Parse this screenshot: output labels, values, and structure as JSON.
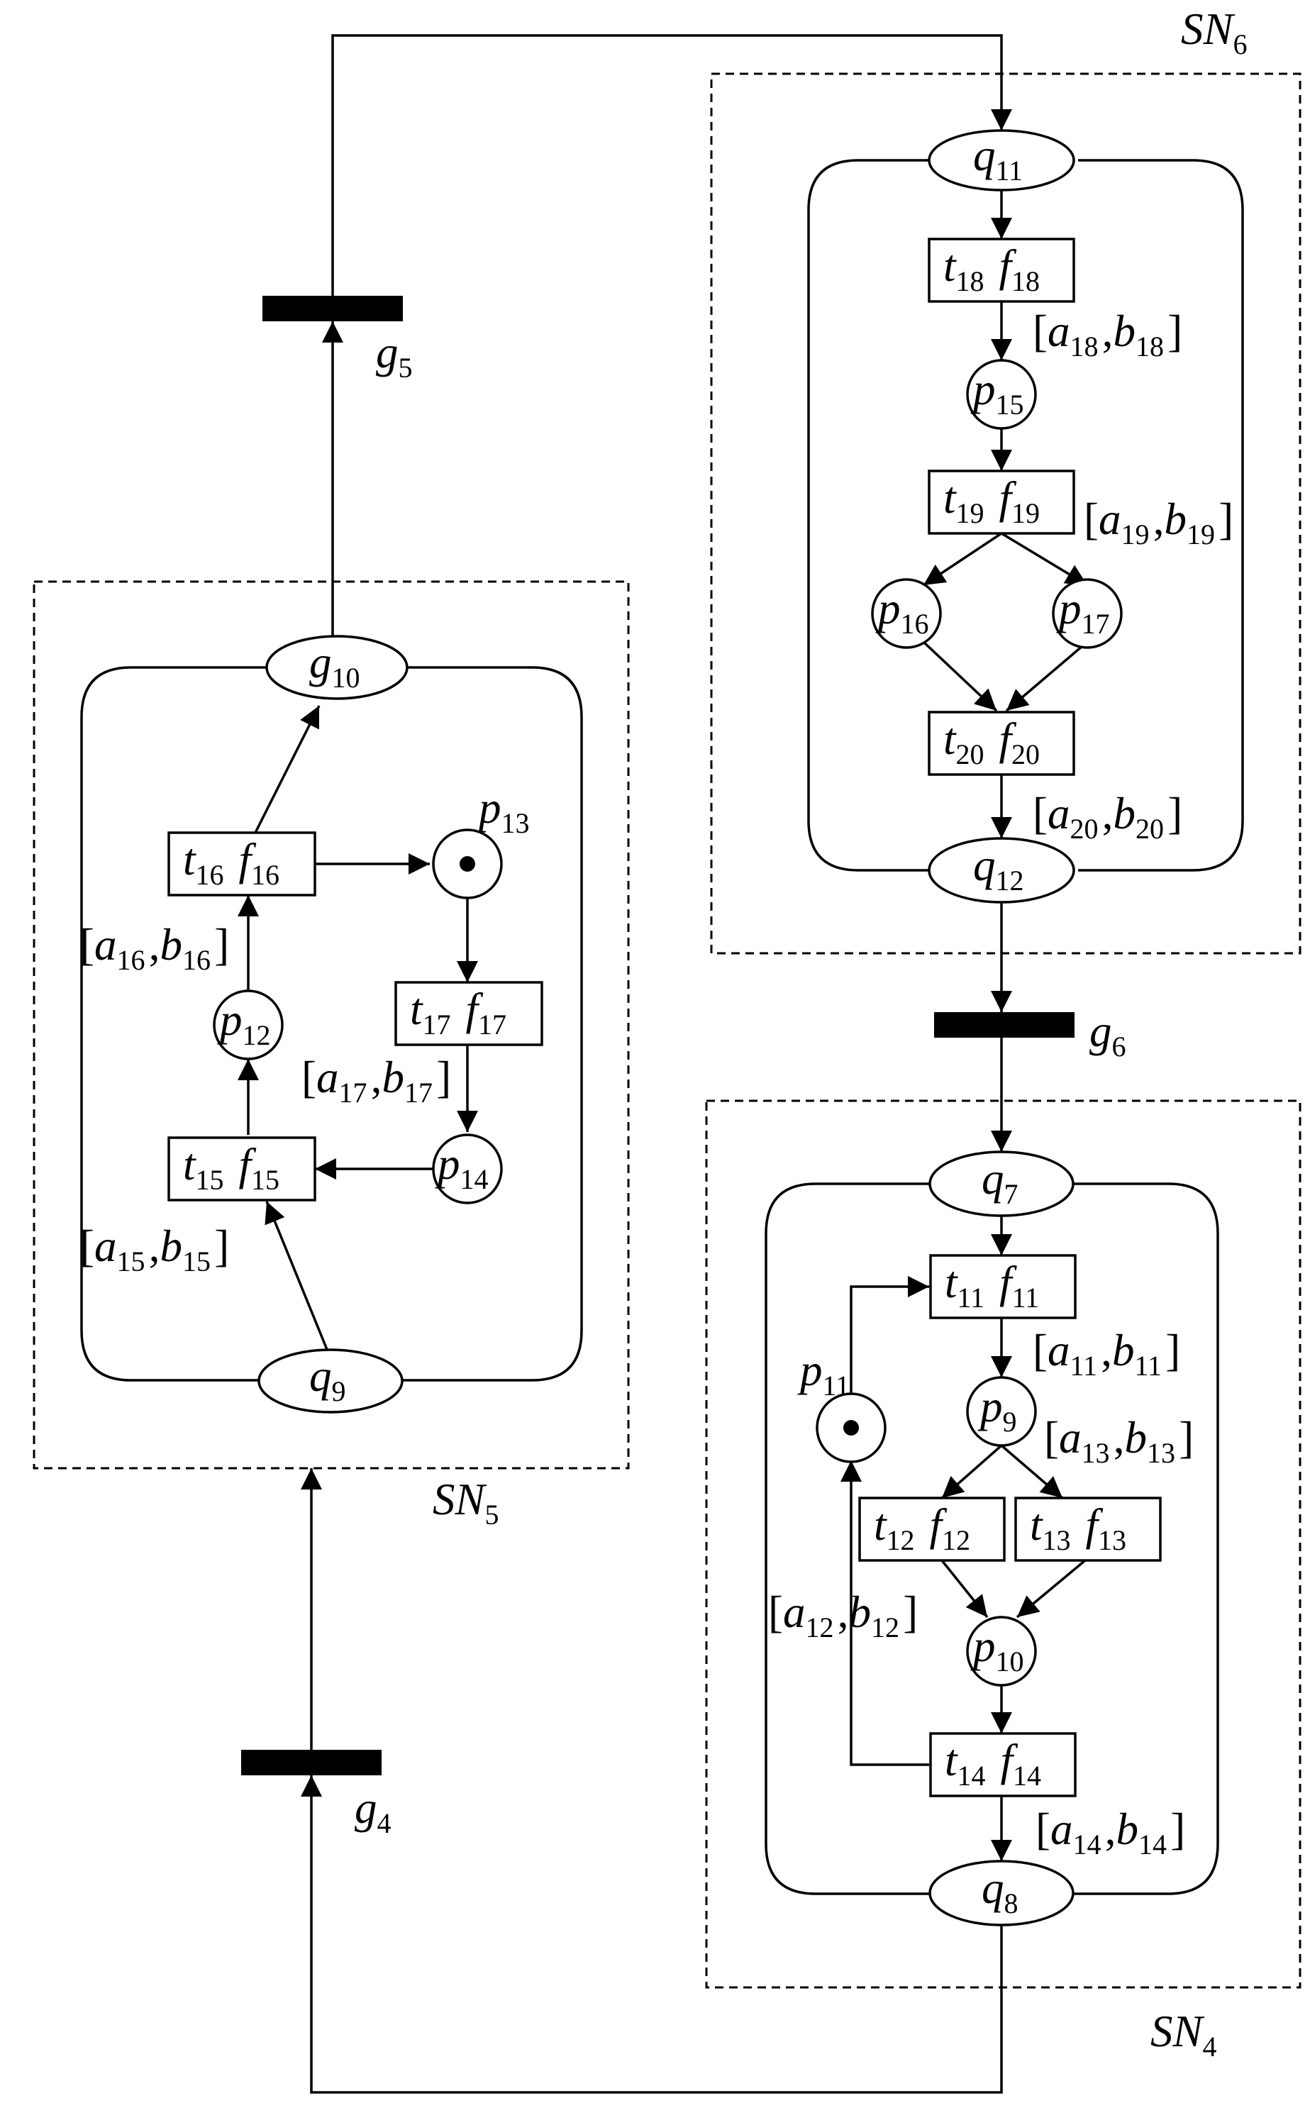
{
  "subnets": [
    {
      "id": "SN6",
      "base": "SN",
      "sub": "6"
    },
    {
      "id": "SN5",
      "base": "SN",
      "sub": "5"
    },
    {
      "id": "SN4",
      "base": "SN",
      "sub": "4"
    }
  ],
  "gates": [
    {
      "id": "g5",
      "base": "g",
      "sub": "5"
    },
    {
      "id": "g6",
      "base": "g",
      "sub": "6"
    },
    {
      "id": "g4",
      "base": "g",
      "sub": "4"
    }
  ],
  "interfaces": [
    {
      "id": "q11",
      "base": "q",
      "sub": "11"
    },
    {
      "id": "q12",
      "base": "q",
      "sub": "12"
    },
    {
      "id": "g10",
      "base": "g",
      "sub": "10"
    },
    {
      "id": "q9",
      "base": "q",
      "sub": "9"
    },
    {
      "id": "q7",
      "base": "q",
      "sub": "7"
    },
    {
      "id": "q8",
      "base": "q",
      "sub": "8"
    }
  ],
  "places": [
    {
      "id": "p15",
      "base": "p",
      "sub": "15"
    },
    {
      "id": "p16",
      "base": "p",
      "sub": "16"
    },
    {
      "id": "p17",
      "base": "p",
      "sub": "17"
    },
    {
      "id": "p12",
      "base": "p",
      "sub": "12"
    },
    {
      "id": "p13",
      "base": "p",
      "sub": "13",
      "token": true
    },
    {
      "id": "p14",
      "base": "p",
      "sub": "14"
    },
    {
      "id": "p9",
      "base": "p",
      "sub": "9"
    },
    {
      "id": "p10",
      "base": "p",
      "sub": "10"
    },
    {
      "id": "p11",
      "base": "p",
      "sub": "11",
      "token": true
    }
  ],
  "transitions": [
    {
      "id": "t18",
      "t": "18",
      "f": "18"
    },
    {
      "id": "t19",
      "t": "19",
      "f": "19"
    },
    {
      "id": "t20",
      "t": "20",
      "f": "20"
    },
    {
      "id": "t16",
      "t": "16",
      "f": "16"
    },
    {
      "id": "t17",
      "t": "17",
      "f": "17"
    },
    {
      "id": "t15",
      "t": "15",
      "f": "15"
    },
    {
      "id": "t11",
      "t": "11",
      "f": "11"
    },
    {
      "id": "t12",
      "t": "12",
      "f": "12"
    },
    {
      "id": "t13",
      "t": "13",
      "f": "13"
    },
    {
      "id": "t14",
      "t": "14",
      "f": "14"
    }
  ],
  "intervals": [
    {
      "id": "i18",
      "n": "18"
    },
    {
      "id": "i19",
      "n": "19"
    },
    {
      "id": "i20",
      "n": "20"
    },
    {
      "id": "i16",
      "n": "16"
    },
    {
      "id": "i17",
      "n": "17"
    },
    {
      "id": "i15",
      "n": "15"
    },
    {
      "id": "i11",
      "n": "11"
    },
    {
      "id": "i13",
      "n": "13"
    },
    {
      "id": "i12",
      "n": "12"
    },
    {
      "id": "i14",
      "n": "14"
    }
  ],
  "symbols": {
    "a": "a",
    "b": "b",
    "t": "t",
    "f": "f",
    "open": "[",
    "comma": ",",
    "close": "]"
  }
}
